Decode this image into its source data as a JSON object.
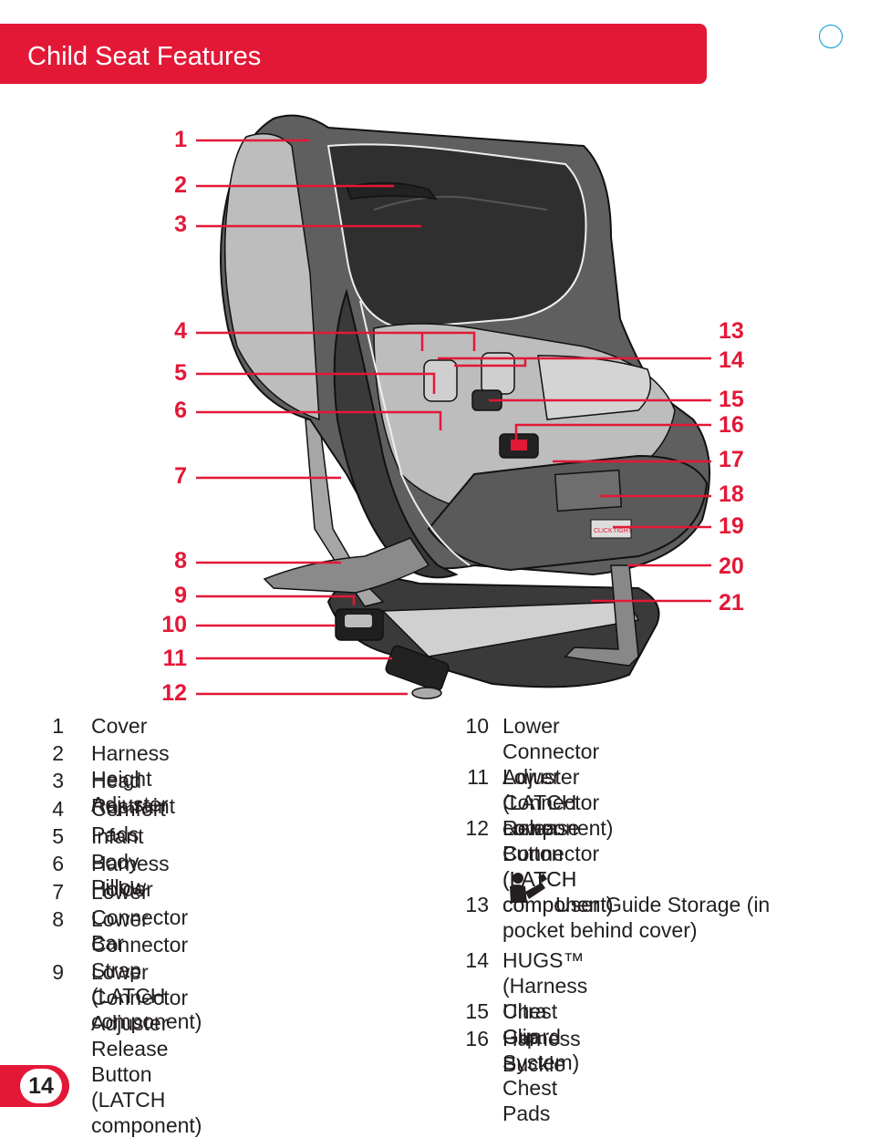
{
  "header": {
    "title": "Child Seat Features"
  },
  "page": {
    "number": "14"
  },
  "callouts_left": [
    "1",
    "2",
    "3",
    "4",
    "5",
    "6",
    "7",
    "8",
    "9",
    "10",
    "11",
    "12"
  ],
  "callouts_right": [
    "13",
    "14",
    "15",
    "16",
    "17",
    "18",
    "19",
    "20",
    "21"
  ],
  "seat_badges": {
    "left": "CLICK",
    "right": "TIGHT"
  },
  "parts": [
    {
      "num": "1",
      "label": "Cover"
    },
    {
      "num": "2",
      "label": "Harness Height Adjuster"
    },
    {
      "num": "3",
      "label": "Head Restraint"
    },
    {
      "num": "4",
      "label": "Comfort Pads"
    },
    {
      "num": "5",
      "label": "Infant Body Pillow"
    },
    {
      "num": "6",
      "label": "Harness Holder"
    },
    {
      "num": "7",
      "label": "Lower Connector Bar"
    },
    {
      "num": "8",
      "label": "Lower Connector Strap\n(LATCH component)"
    },
    {
      "num": "9",
      "label": "Lower Connector Adjuster\nRelease Button (LATCH\ncomponent)"
    },
    {
      "num": "10",
      "label": "Lower Connector Adjuster\n(LATCH component)"
    },
    {
      "num": "11",
      "label": "Lower Connector Release\nButton (LATCH component)"
    },
    {
      "num": "12",
      "label": "Lower Connector (LATCH\ncomponent)"
    },
    {
      "num": "13",
      "label": "User Guide Storage (in\npocket behind cover)"
    },
    {
      "num": "14",
      "label": "HUGS™ (Harness Ultra Guard\nSystem) Chest Pads"
    },
    {
      "num": "15",
      "label": "Chest Clip"
    },
    {
      "num": "16",
      "label": "Harness Buckle"
    }
  ],
  "colors": {
    "accent": "#e31837",
    "text": "#231f20",
    "circle": "#0098d4"
  },
  "icons": {
    "guide": "user-guide-icon"
  }
}
